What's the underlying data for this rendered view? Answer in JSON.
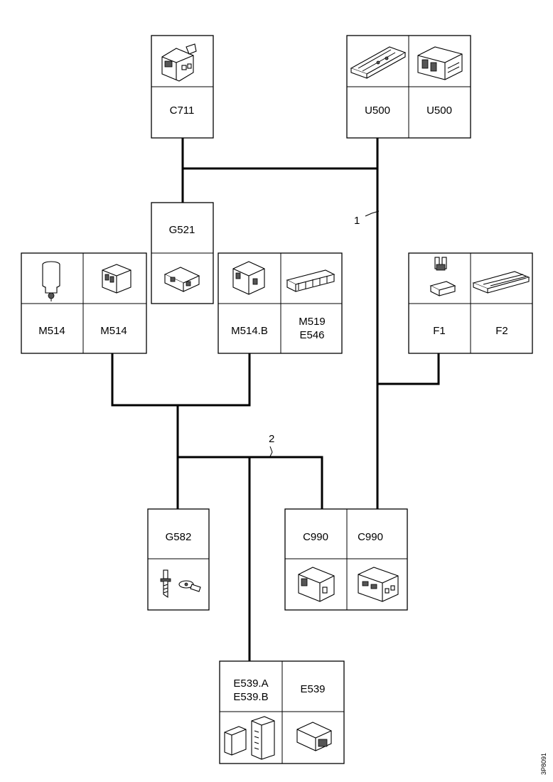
{
  "connectors": {
    "c711": {
      "label": "C711",
      "icon": "connector-icon"
    },
    "u500_a": {
      "label": "U500",
      "icon": "control-module-icon"
    },
    "u500_b": {
      "label": "U500",
      "icon": "relay-box-icon"
    },
    "g521": {
      "label": "G521",
      "icon": "connector-icon"
    },
    "m514_a": {
      "label": "M514",
      "icon": "motor-icon"
    },
    "m514_b": {
      "label": "M514",
      "icon": "connector-icon"
    },
    "m514b": {
      "label": "M514.B",
      "icon": "connector-icon"
    },
    "m519_line1": "M519",
    "m519_line2": "E546",
    "f1": {
      "label": "F1",
      "icon": "fuse-icon"
    },
    "f2": {
      "label": "F2",
      "icon": "fuse-box-icon"
    },
    "g582": {
      "label": "G582",
      "icon": "ground-stud-icon"
    },
    "c990_a": {
      "label": "C990",
      "icon": "connector-icon"
    },
    "c990_b": {
      "label": "C990",
      "icon": "connector-icon"
    },
    "e539ab_line1": "E539.A",
    "e539ab_line2": "E539.B",
    "e539": {
      "label": "E539",
      "icon": "connector-icon"
    }
  },
  "harness_labels": {
    "h1": "1",
    "h2": "2"
  },
  "figure_code": "3P8091"
}
